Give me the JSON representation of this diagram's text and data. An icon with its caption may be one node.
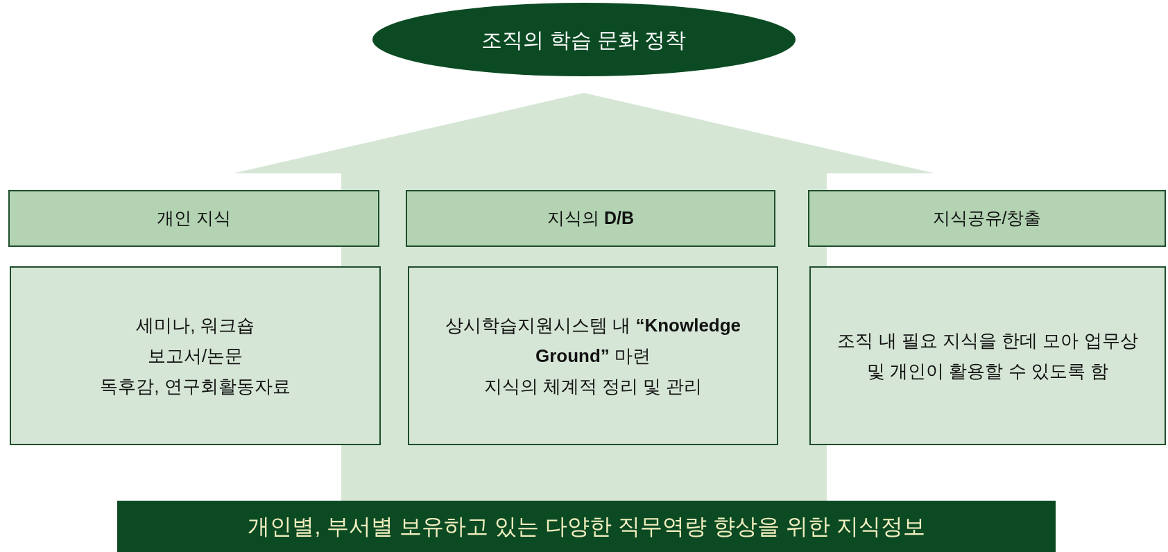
{
  "diagram": {
    "nodes": [
      {
        "text": [
          "조직의 학습 문화 정착"
        ]
      },
      {
        "text": [
          "개인 지식"
        ]
      },
      {
        "text": [
          "지식의 **D/B**"
        ]
      },
      {
        "text": [
          "지식공유/창출"
        ]
      },
      {
        "text": [
          "세미나, 워크숍",
          "보고서/논문",
          "독후감, 연구회활동자료"
        ]
      },
      {
        "text": [
          "상시학습지원시스템 내 **“Knowledge Ground”** 마련",
          "지식의 체계적 정리 및 관리"
        ]
      },
      {
        "text": [
          "조직 내 필요 지식을 한데 모아 업무상 및 개인이 활용할 수 있도록 함"
        ]
      },
      {
        "text": [
          "개인별, 부서별 보유하고 있는 다양한 직무역량 향상을 위한 지식정보"
        ]
      }
    ],
    "edges": [
      {
        "from": 7,
        "to": 0,
        "arrow": "to",
        "color": "#d5e6d5",
        "style": "thick"
      }
    ]
  }
}
